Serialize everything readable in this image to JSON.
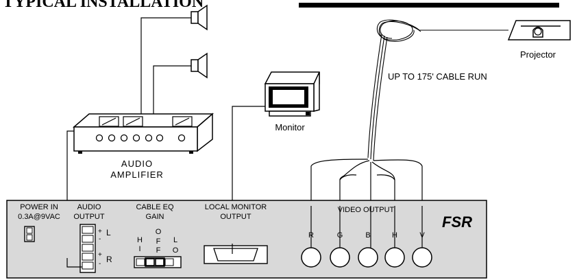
{
  "header": {
    "title": "TYPICAL INSTALLATION"
  },
  "devices": {
    "projector": "Projector",
    "monitor": "Monitor",
    "amplifier_line1": "AUDIO",
    "amplifier_line2": "AMPLIFIER"
  },
  "cable_note": "UP TO 175' CABLE RUN",
  "panel": {
    "brand": "FSR",
    "power_line1": "POWER IN",
    "power_line2": "0.3A@9VAC",
    "audio_line1": "AUDIO",
    "audio_line2": "OUTPUT",
    "audio_plus_1": "+",
    "audio_L": "L",
    "audio_minus_1": "-",
    "audio_plus_2": "+",
    "audio_R": "R",
    "audio_minus_2": "-",
    "eq_line1": "CABLE EQ",
    "eq_line2": "GAIN",
    "eq_hi_1": "H",
    "eq_hi_2": "I",
    "eq_off_1": "O",
    "eq_off_2": "F",
    "eq_off_3": "F",
    "eq_lo_1": "L",
    "eq_lo_2": "O",
    "monitor_out_line1": "LOCAL MONITOR",
    "monitor_out_line2": "OUTPUT",
    "video_out": "VIDEO OUTPUT",
    "video_R": "R",
    "video_G": "G",
    "video_B": "B",
    "video_H": "H",
    "video_V": "V"
  }
}
